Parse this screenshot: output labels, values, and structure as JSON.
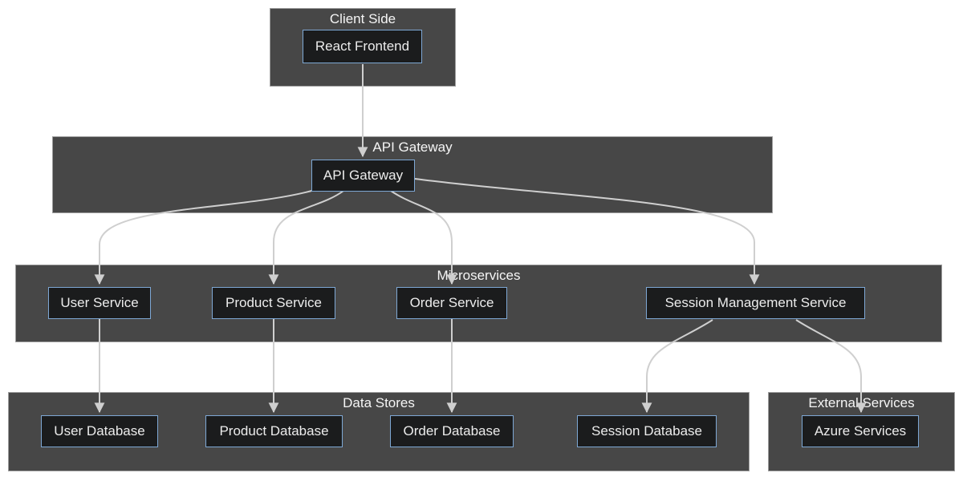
{
  "diagram": {
    "type": "flowchart",
    "direction": "top-down",
    "background": "#ffffff",
    "colors": {
      "cluster_fill": "#474747",
      "cluster_border": "#9e9e9e",
      "cluster_label_text": "#f5f5f5",
      "node_fill": "#1b1c1d",
      "node_border": "#7ea8d5",
      "node_text": "#ececec",
      "edge": "#cfcfcf"
    },
    "clusters": [
      {
        "id": "client-side",
        "label": "Client Side"
      },
      {
        "id": "api-gateway",
        "label": "API Gateway"
      },
      {
        "id": "microservices",
        "label": "Microservices"
      },
      {
        "id": "data-stores",
        "label": "Data Stores"
      },
      {
        "id": "external-services",
        "label": "External Services"
      }
    ],
    "nodes": [
      {
        "id": "react-frontend",
        "label": "React Frontend",
        "cluster": "client-side"
      },
      {
        "id": "api-gateway-node",
        "label": "API Gateway",
        "cluster": "api-gateway"
      },
      {
        "id": "user-service",
        "label": "User Service",
        "cluster": "microservices"
      },
      {
        "id": "product-service",
        "label": "Product Service",
        "cluster": "microservices"
      },
      {
        "id": "order-service",
        "label": "Order Service",
        "cluster": "microservices"
      },
      {
        "id": "session-management-service",
        "label": "Session Management Service",
        "cluster": "microservices"
      },
      {
        "id": "user-database",
        "label": "User Database",
        "cluster": "data-stores"
      },
      {
        "id": "product-database",
        "label": "Product Database",
        "cluster": "data-stores"
      },
      {
        "id": "order-database",
        "label": "Order Database",
        "cluster": "data-stores"
      },
      {
        "id": "session-database",
        "label": "Session Database",
        "cluster": "data-stores"
      },
      {
        "id": "azure-services",
        "label": "Azure Services",
        "cluster": "external-services"
      }
    ],
    "edges": [
      {
        "from": "react-frontend",
        "to": "api-gateway-node"
      },
      {
        "from": "api-gateway-node",
        "to": "user-service"
      },
      {
        "from": "api-gateway-node",
        "to": "product-service"
      },
      {
        "from": "api-gateway-node",
        "to": "order-service"
      },
      {
        "from": "api-gateway-node",
        "to": "session-management-service"
      },
      {
        "from": "user-service",
        "to": "user-database"
      },
      {
        "from": "product-service",
        "to": "product-database"
      },
      {
        "from": "order-service",
        "to": "order-database"
      },
      {
        "from": "session-management-service",
        "to": "session-database"
      },
      {
        "from": "session-management-service",
        "to": "azure-services"
      }
    ]
  }
}
